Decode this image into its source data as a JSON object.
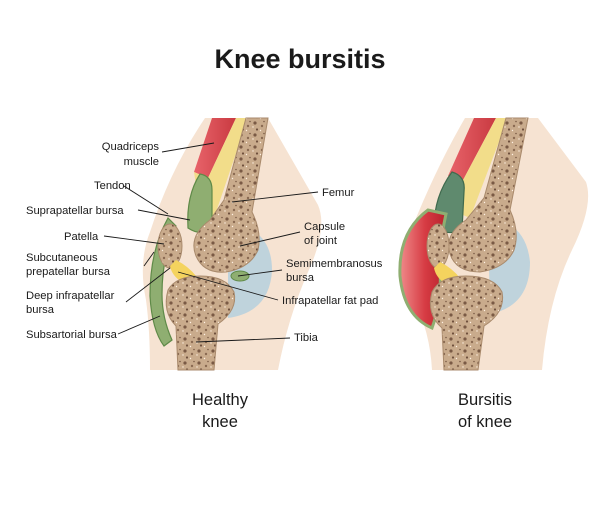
{
  "title": "Knee bursitis",
  "labels": {
    "quadriceps_1": "Quadriceps",
    "quadriceps_2": "muscle",
    "tendon": "Tendon",
    "suprapatellar": "Suprapatellar bursa",
    "patella": "Patella",
    "subcutaneous_1": "Subcutaneous",
    "subcutaneous_2": "prepatellar bursa",
    "deep_infra_1": "Deep infrapatellar",
    "deep_infra_2": "bursa",
    "subsartorial": "Subsartorial bursa",
    "femur": "Femur",
    "capsule_1": "Capsule",
    "capsule_2": "of joint",
    "semimembranosus_1": "Semimembranosus",
    "semimembranosus_2": "bursa",
    "infrapatellar_fat": "Infrapatellar fat pad",
    "tibia": "Tibia"
  },
  "captions": {
    "left_1": "Healthy",
    "left_2": "knee",
    "right_1": "Bursitis",
    "right_2": "of knee"
  },
  "colors": {
    "skin": "#f6e3d2",
    "bone": "#c9ab8c",
    "bone_pore": "#7a5a45",
    "muscle": "#d9484e",
    "tendon": "#f2dd8a",
    "fat_pad": "#f4d35e",
    "bursa_green": "#8fae71",
    "bursa_outline": "#5f8a48",
    "capsule": "#bfd3dc",
    "inflamed": "#d63b43"
  }
}
